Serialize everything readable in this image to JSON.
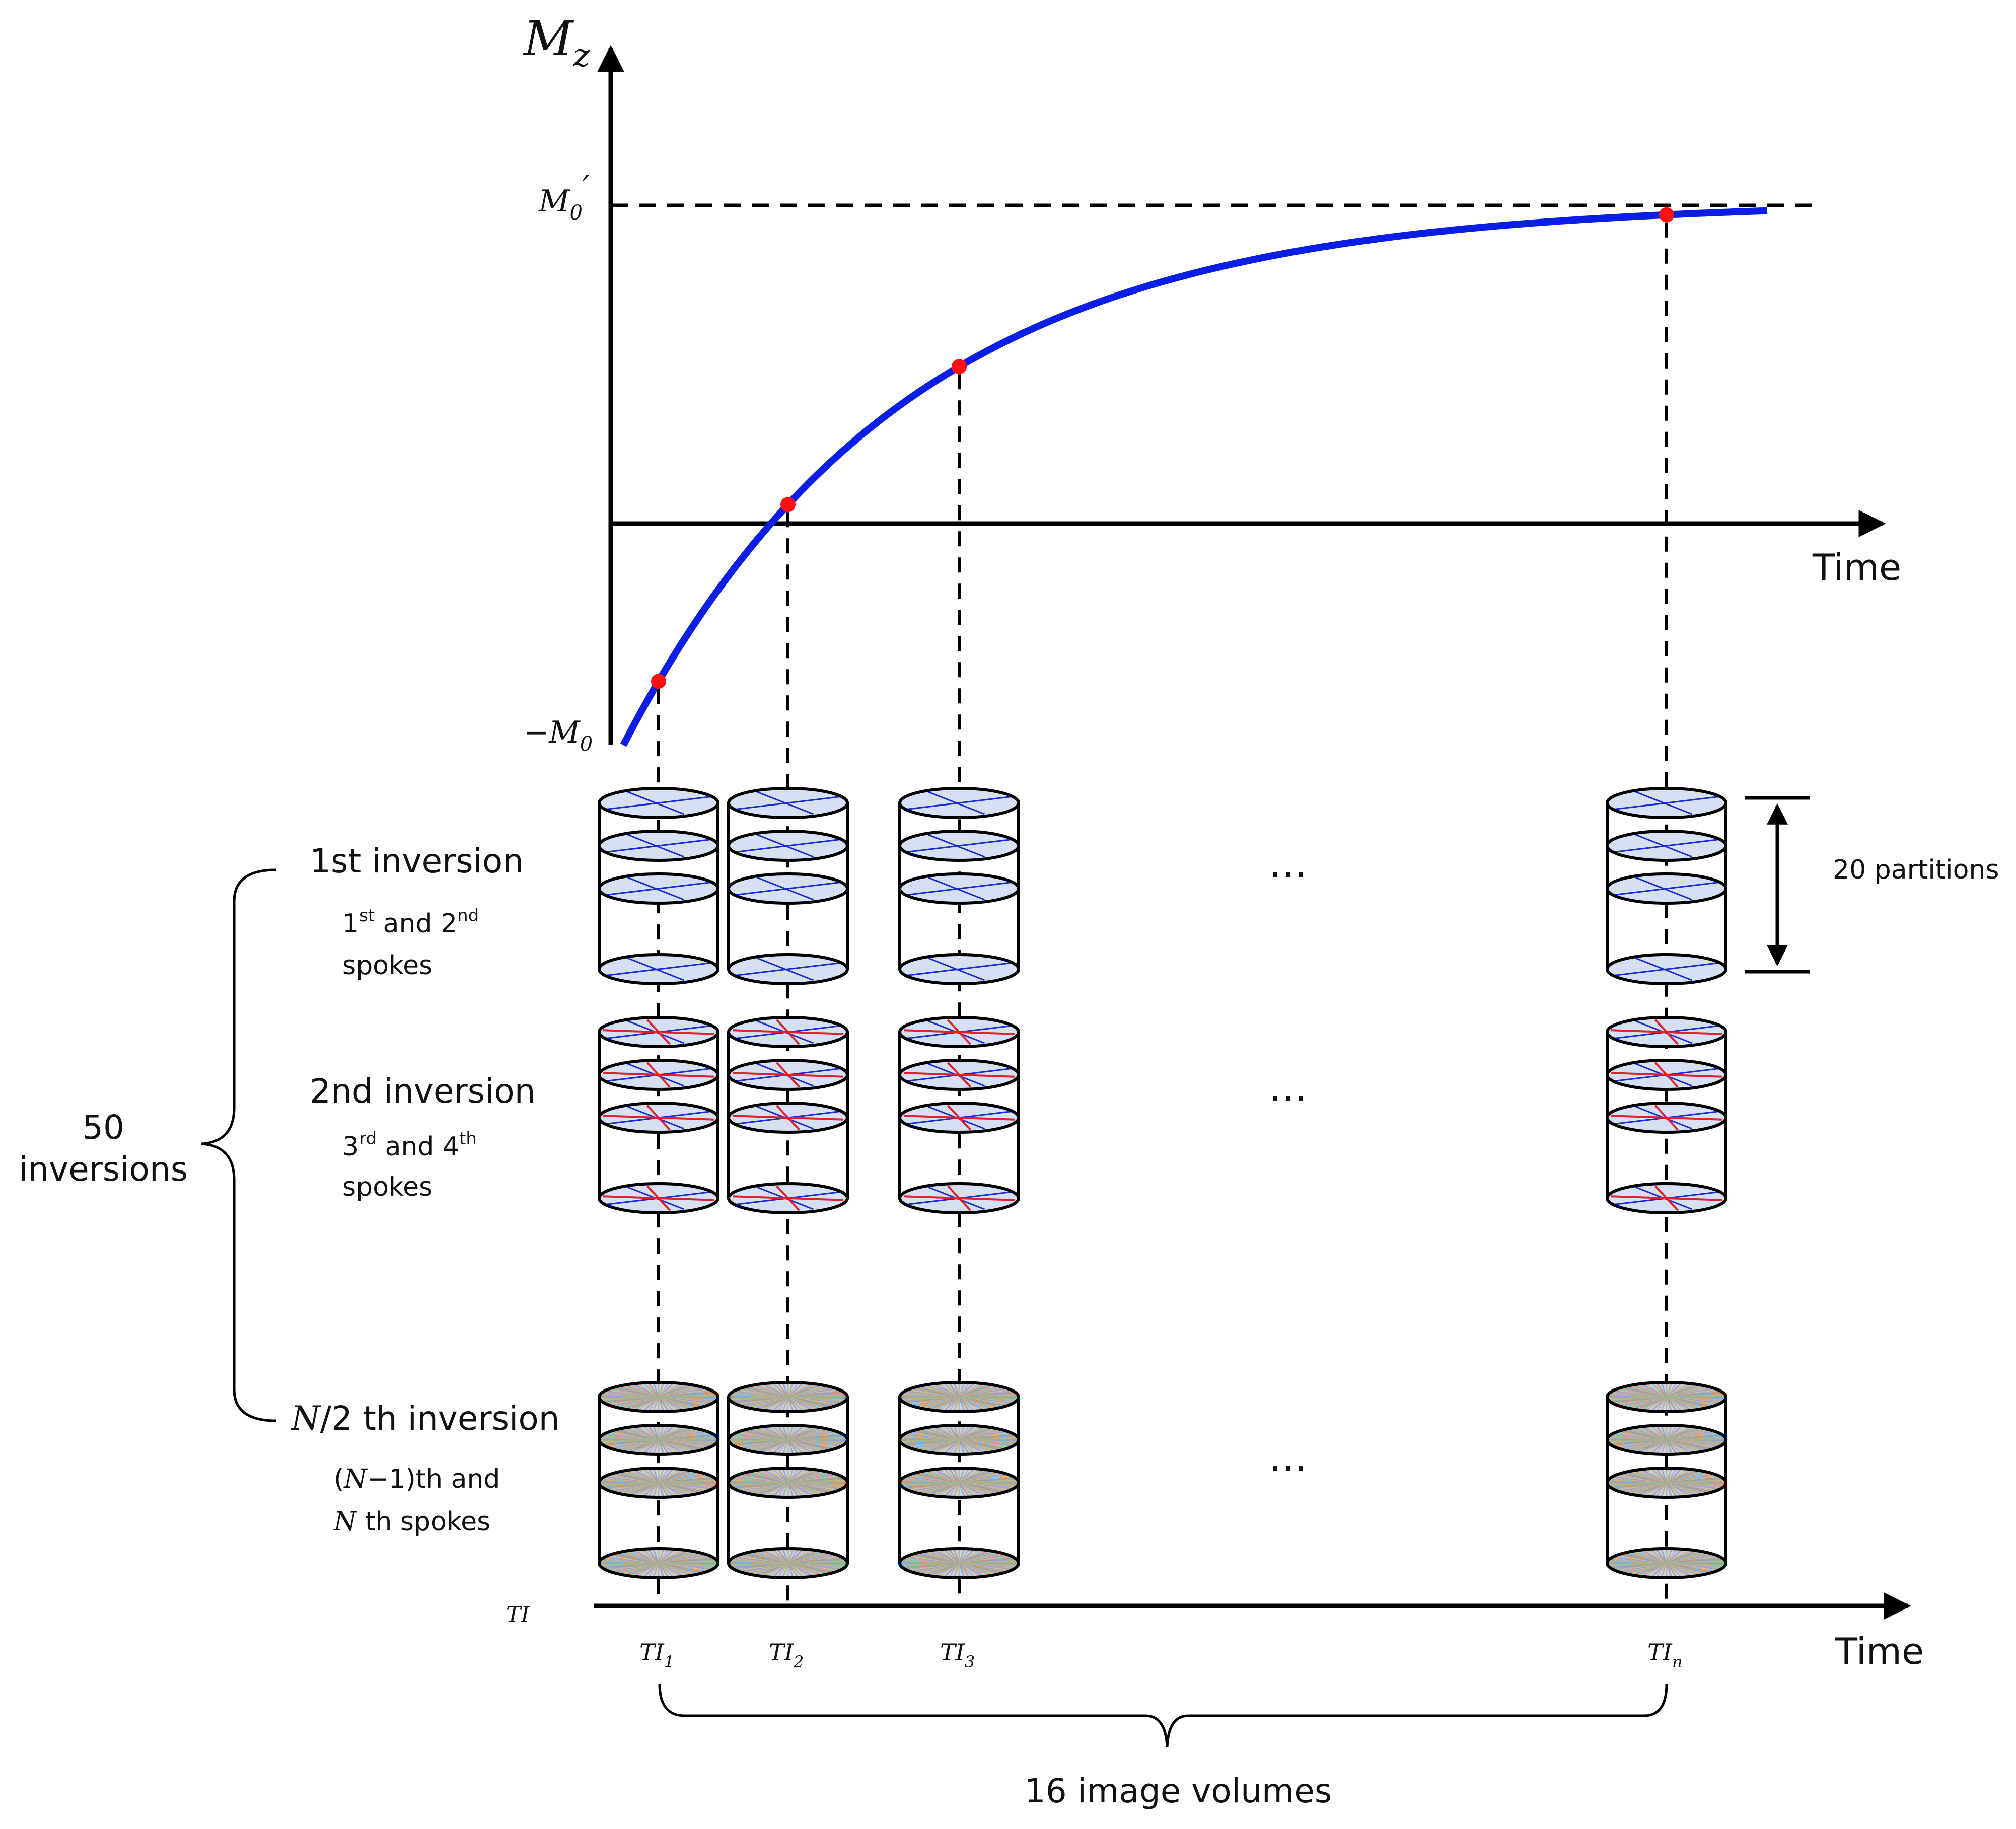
{
  "graph": {
    "y_axis_label": "M",
    "y_axis_label_sub": "z",
    "m0_prime_label": "M",
    "m0_prime_sub": "0",
    "m0_prime_prime": "′",
    "minus_m0_label": "−M",
    "minus_m0_sub": "0",
    "x_axis_label": "Time"
  },
  "rows": {
    "first_inversion": "1st inversion",
    "first_spokes_1a": "1",
    "first_spokes_1sup": "st",
    "first_spokes_1b": " and 2",
    "first_spokes_1sup2": "nd",
    "first_spokes_2": "spokes",
    "second_inversion": "2nd inversion",
    "second_spokes_1a": "3",
    "second_spokes_1sup": "rd",
    "second_spokes_1b": " and 4",
    "second_spokes_1sup2": "th",
    "second_spokes_2": "spokes",
    "last_inversion_n": "N",
    "last_inversion_rest": "/2 th inversion",
    "last_spokes_1a": "(",
    "last_spokes_1n": "N",
    "last_spokes_1b": "−1)th and",
    "last_spokes_2n": "N",
    "last_spokes_2b": " th  spokes",
    "ellipsis": "···",
    "partitions": "20 partitions"
  },
  "brace_left": {
    "line1": "50",
    "line2": "inversions"
  },
  "timeline": {
    "ti_label": "TI",
    "ti_ticks": [
      {
        "main": "TI",
        "sub": "1"
      },
      {
        "main": "TI",
        "sub": "2"
      },
      {
        "main": "TI",
        "sub": "3"
      },
      {
        "main": "TI",
        "sub": "n"
      }
    ],
    "time_label": "Time",
    "bottom_brace_label": "16 image volumes"
  },
  "colors": {
    "curve": "#0a1ee6",
    "point": "#ff1010",
    "disk_fill": "#d6e0f2",
    "spoke_blue": "#1a2bd8",
    "spoke_red": "#e0202a"
  }
}
